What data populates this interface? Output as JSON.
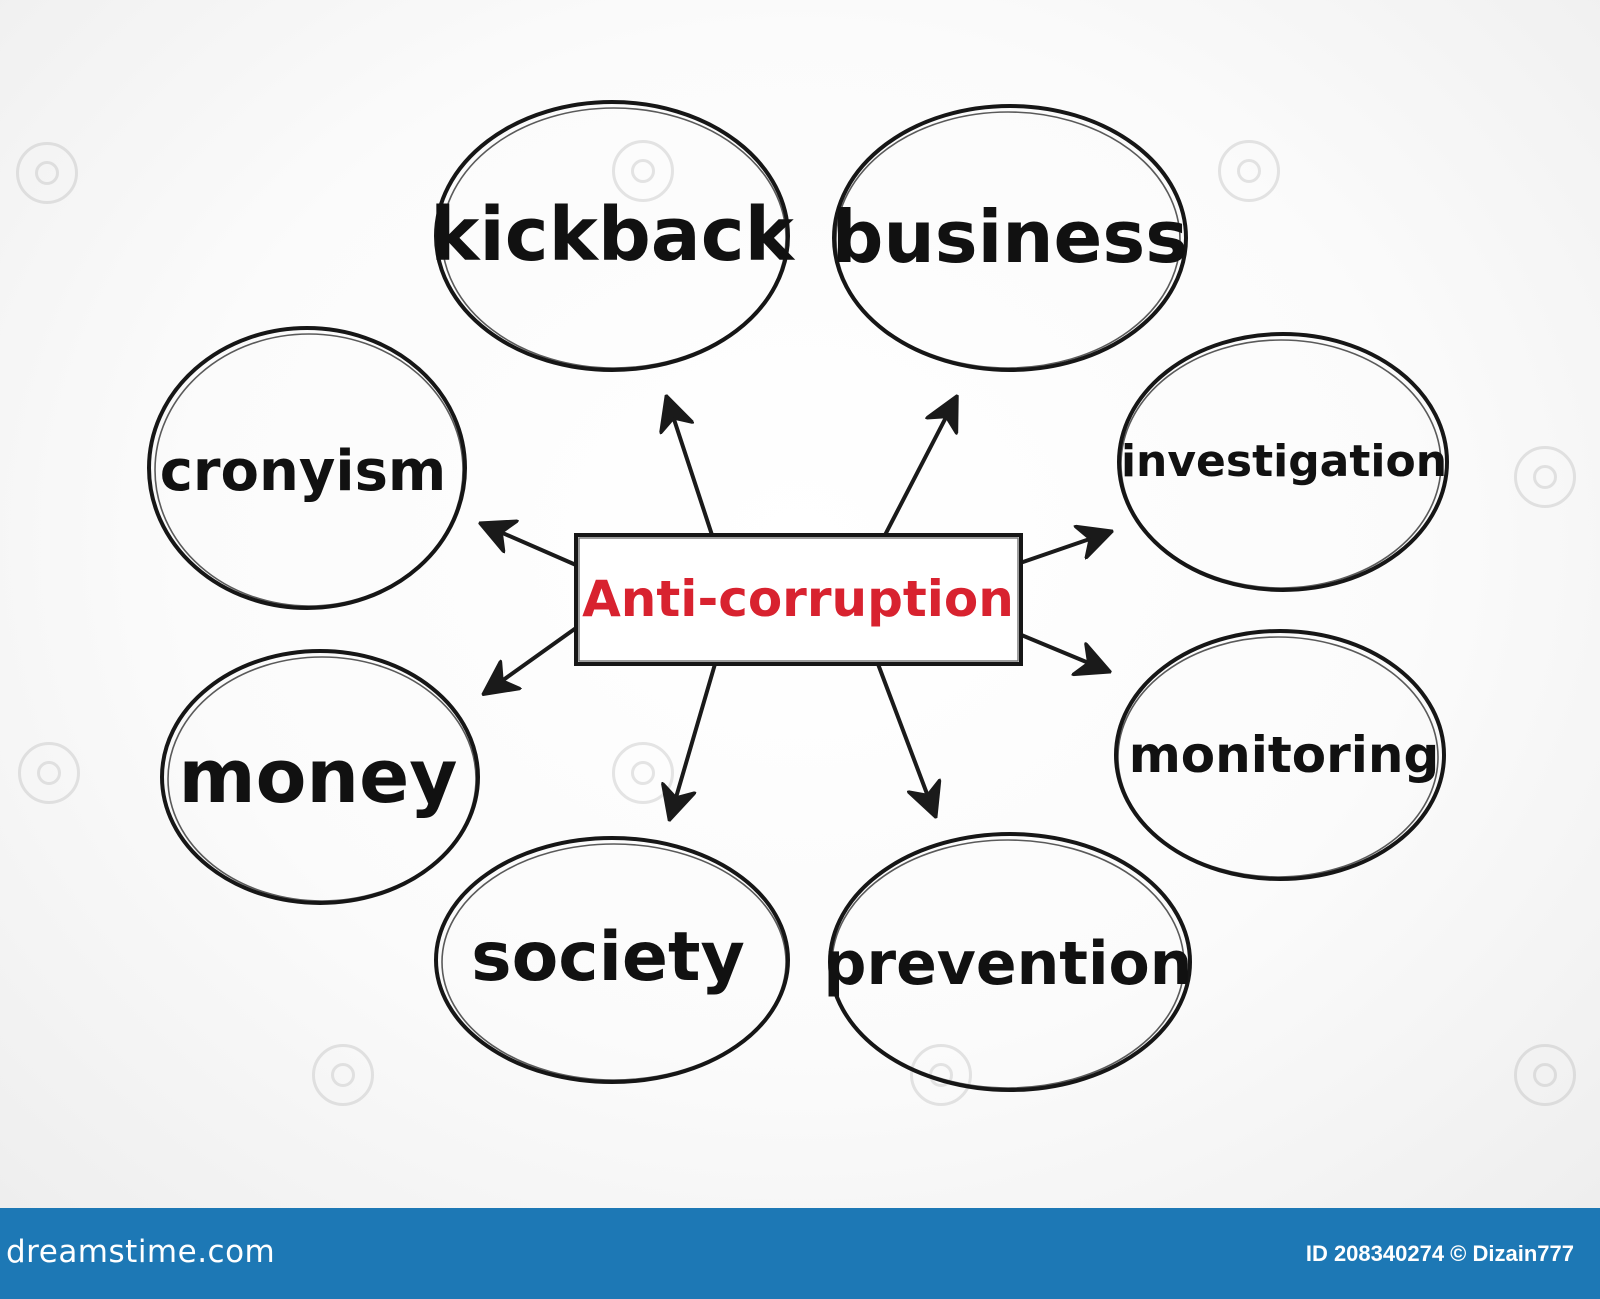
{
  "diagram": {
    "center": "Anti-corruption",
    "nodes": {
      "kickback": "kickback",
      "business": "business",
      "cronyism": "cronyism",
      "investigation": "investigation",
      "money": "money",
      "monitoring": "monitoring",
      "society": "society",
      "prevention": "prevention"
    }
  },
  "footer": {
    "logo": "dreamstime.com",
    "credit": "ID 208340274 © Dizain777"
  },
  "colors": {
    "center_text": "#d8222f",
    "node_text": "#111111",
    "footer_bg": "#1d78b5"
  }
}
